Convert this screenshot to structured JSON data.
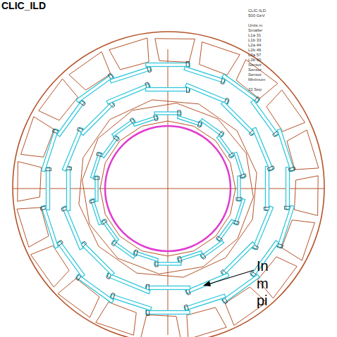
{
  "diagram": {
    "title": "CLIC_ILD",
    "labels": [
      "CLIC-ILD",
      "500 GeV",
      "Units m",
      "Smaller",
      "L1a 31",
      "L1b 33",
      "L2a 44",
      "L2b 46",
      "L3a 57",
      "L3b 60",
      "Sensor",
      "Sensor",
      "Sensor",
      "Minimum",
      "22 Sep",
      "In",
      "m",
      "pi"
    ]
  }
}
